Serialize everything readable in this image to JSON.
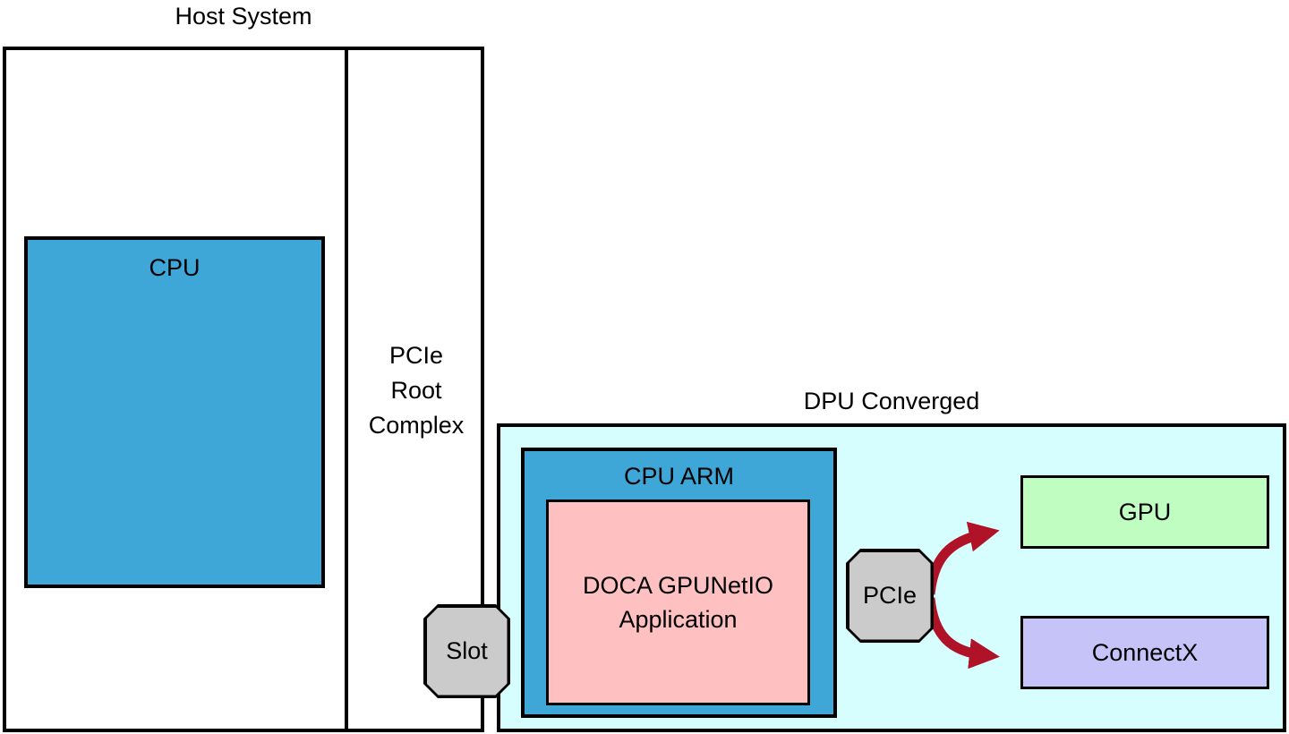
{
  "colors": {
    "blue": "#3EA7D7",
    "cyan": "#D6FEFE",
    "pink": "#FFC0C1",
    "green": "#C0FDC0",
    "purple": "#C5C3F7",
    "gray": "#CBCBCB",
    "arrow_red": "#B01228",
    "border": "#000000"
  },
  "host": {
    "title": "Host System",
    "cpu_label": "CPU",
    "pcie_root_complex": [
      "PCIe",
      "Root",
      "Complex"
    ]
  },
  "slot": {
    "label": "Slot"
  },
  "dpu": {
    "title": "DPU Converged",
    "cpu_arm_label": "CPU ARM",
    "doca_app": [
      "DOCA GPUNetIO",
      "Application"
    ],
    "pcie_label": "PCIe",
    "gpu_label": "GPU",
    "connectx_label": "ConnectX"
  }
}
